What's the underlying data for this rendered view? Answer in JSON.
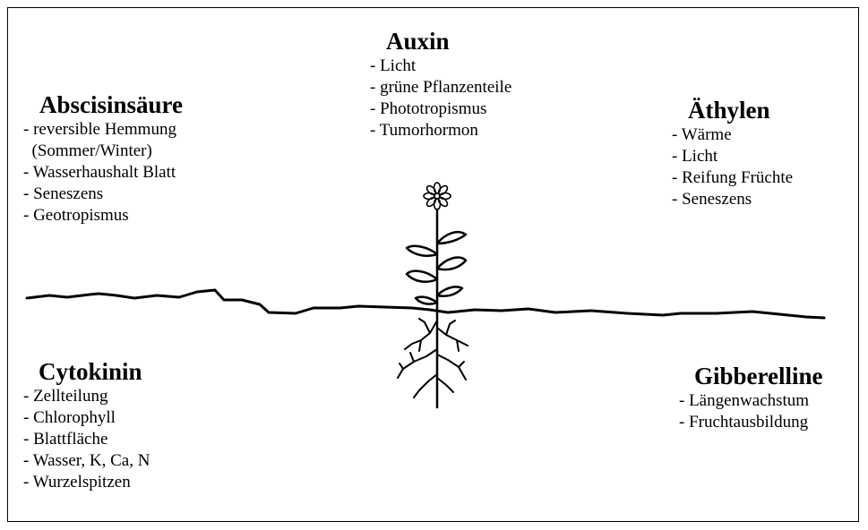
{
  "hormones": [
    {
      "id": "auxin",
      "name": "Auxin",
      "items": [
        "- Licht",
        "- grüne Pflanzenteile",
        "- Phototropismus",
        "- Tumorhormon"
      ]
    },
    {
      "id": "abscisinsaeure",
      "name": "Abscisinsäure",
      "items": [
        "- reversible Hemmung",
        "  (Sommer/Winter)",
        "- Wasserhaushalt Blatt",
        "- Seneszens",
        "- Geotropismus"
      ]
    },
    {
      "id": "aethylen",
      "name": "Äthylen",
      "items": [
        "- Wärme",
        "- Licht",
        "- Reifung Früchte",
        "- Seneszens"
      ]
    },
    {
      "id": "cytokinin",
      "name": "Cytokinin",
      "items": [
        "- Zellteilung",
        "- Chlorophyll",
        "- Blattfläche",
        "- Wasser, K, Ca, N",
        "- Wurzelspitzen"
      ]
    },
    {
      "id": "gibberelline",
      "name": "Gibberelline",
      "items": [
        "- Längenwachstum",
        "- Fruchtausbildung"
      ]
    }
  ],
  "icons": {
    "plant": "plant-icon",
    "ground": "soil-line"
  },
  "colors": {
    "ink": "#000000",
    "background": "#ffffff"
  }
}
